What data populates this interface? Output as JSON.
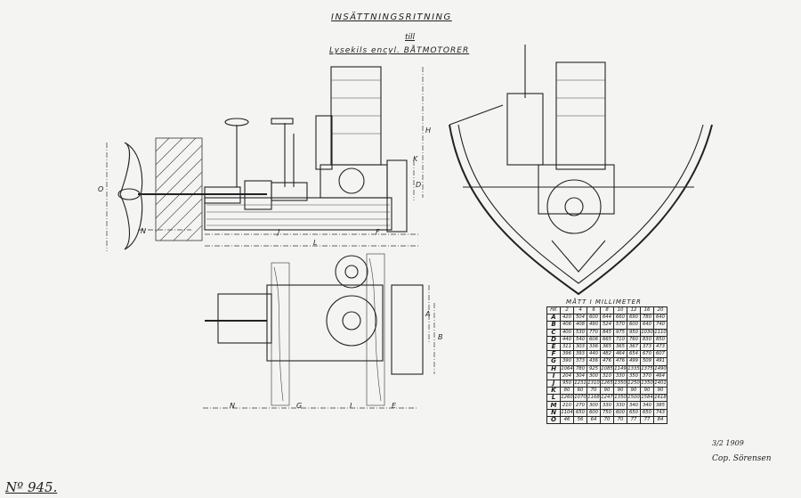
{
  "title": "INSÄTTNINGSRITNING",
  "till": "till",
  "subtitle": "Lysekils encyl. BÅTMOTORER",
  "dimensions": {
    "side_view": [
      "O",
      "H",
      "K",
      "D",
      "N",
      "J",
      "L",
      "F"
    ],
    "top_view": [
      "A",
      "B",
      "N",
      "G",
      "I",
      "E"
    ]
  },
  "table": {
    "caption": "MÅTT I MILLIMETER",
    "header": [
      "HK",
      "2",
      "4",
      "6",
      "8",
      "10",
      "12",
      "16",
      "20"
    ],
    "rows": [
      {
        "key": "A",
        "values": [
          "420",
          "504",
          "600",
          "644",
          "660",
          "690",
          "780",
          "640"
        ]
      },
      {
        "key": "B",
        "values": [
          "406",
          "408",
          "490",
          "524",
          "570",
          "600",
          "640",
          "740"
        ]
      },
      {
        "key": "C",
        "values": [
          "400",
          "530",
          "770",
          "845",
          "975",
          "950",
          "1030",
          "1110"
        ]
      },
      {
        "key": "D",
        "values": [
          "440",
          "540",
          "606",
          "665",
          "710",
          "760",
          "830",
          "850"
        ]
      },
      {
        "key": "E",
        "values": [
          "311",
          "303",
          "336",
          "365",
          "365",
          "367",
          "373",
          "473"
        ]
      },
      {
        "key": "F",
        "values": [
          "396",
          "393",
          "440",
          "482",
          "464",
          "654",
          "670",
          "607"
        ]
      },
      {
        "key": "G",
        "values": [
          "390",
          "373",
          "436",
          "476",
          "476",
          "499",
          "509",
          "491"
        ]
      },
      {
        "key": "H",
        "values": [
          "1064",
          "780",
          "925",
          "1085",
          "1149",
          "1335",
          "1375",
          "1490"
        ]
      },
      {
        "key": "I",
        "values": [
          "204",
          "304",
          "300",
          "310",
          "330",
          "350",
          "370",
          "464"
        ]
      },
      {
        "key": "J",
        "values": [
          "950",
          "1231",
          "1310",
          "1265",
          "1350",
          "1250",
          "1350",
          "1401"
        ]
      },
      {
        "key": "K",
        "values": [
          "80",
          "60",
          "70",
          "90",
          "90",
          "90",
          "90",
          "90"
        ]
      },
      {
        "key": "L",
        "values": [
          "1260",
          "1070",
          "1168",
          "1247",
          "1350",
          "1500",
          "1584",
          "1618"
        ]
      },
      {
        "key": "M",
        "values": [
          "210",
          "270",
          "300",
          "330",
          "330",
          "340",
          "340",
          "385"
        ]
      },
      {
        "key": "N",
        "values": [
          "1104",
          "650",
          "600",
          "750",
          "600",
          "650",
          "650",
          "743"
        ]
      },
      {
        "key": "O",
        "values": [
          "46",
          "56",
          "64",
          "70",
          "70",
          "77",
          "77",
          "84"
        ]
      }
    ]
  },
  "drawing_number": "Nº 945.",
  "signature": {
    "date": "3/2 1909",
    "name": "Cop. Sörensen"
  }
}
